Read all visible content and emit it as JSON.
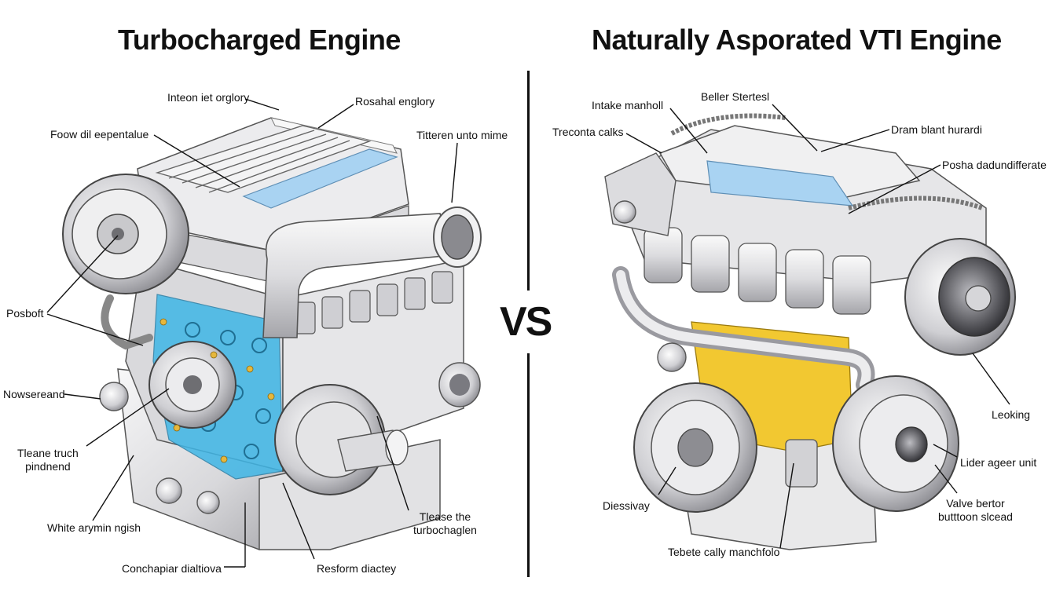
{
  "titles": {
    "left": "Turbocharged Engine",
    "right": "Naturally Asporated VTI Engine",
    "vs": "VS"
  },
  "labels_left": {
    "intake_top": "Inteon iet orglory",
    "rosahal": "Rosahal englory",
    "foow": "Foow dil eepentalue",
    "titteren": "Titteren unto mime",
    "posboft": "Posboft",
    "nowsereand": "Nowsereand",
    "tleane_truch": "Tleane truch\npindnend",
    "white_arym": "White arymin ngish",
    "tlease_turbo": "Tlease the\nturbochaglen",
    "conchapiar": "Conchapiar dialtiova",
    "resform": "Resform diactey"
  },
  "labels_right": {
    "intake_manholl": "Intake manholl",
    "beller": "Beller Stertesl",
    "treconta": "Treconta calks",
    "dram": "Dram blant hurardi",
    "posha": "Posha dadundifferate",
    "leoking": "Leoking",
    "lider": "Lider ageer unit",
    "diessivay": "Diessivay",
    "valve": "Valve bertor\nbutttoon slcead",
    "tebete": "Tebete cally manchfolo"
  },
  "colors": {
    "coolant_blue": "#3fb6e6",
    "head_blue": "#a9d3f2",
    "yellow_block": "#f2c831",
    "metal_light": "#e9e9ea",
    "metal_mid": "#c9c9cc",
    "metal_dark": "#6e6e72",
    "ink": "#111111"
  },
  "icons": {
    "left_engine": "turbocharged-engine-illustration",
    "right_engine": "naturally-aspirated-engine-illustration"
  }
}
